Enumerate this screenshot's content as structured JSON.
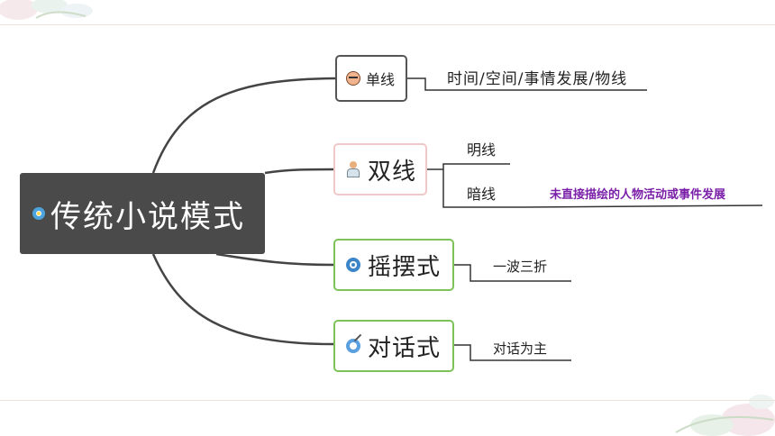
{
  "root": {
    "label": "传统小说模式",
    "icon": "target-icon"
  },
  "branches": [
    {
      "id": "single",
      "label": "单线",
      "icon": "person-face-icon",
      "children": [
        {
          "label": "时间/空间/事情发展/物线"
        }
      ]
    },
    {
      "id": "double",
      "label": "双线",
      "icon": "doctor-icon",
      "children": [
        {
          "label": "明线"
        },
        {
          "label": "暗线",
          "note": "未直接描绘的人物活动或事件发展"
        }
      ]
    },
    {
      "id": "swing",
      "label": "摇摆式",
      "icon": "target-icon",
      "children": [
        {
          "label": "一波三折"
        }
      ]
    },
    {
      "id": "dialogue",
      "label": "对话式",
      "icon": "target-arrow-icon",
      "children": [
        {
          "label": "对话为主"
        }
      ]
    }
  ],
  "colors": {
    "root_bg": "#4a4a4a",
    "connector": "#444444",
    "node1_border": "#555555",
    "node2_border": "#f0c8c8",
    "node3_border": "#7dc35a",
    "note_text": "#7a1fa8"
  }
}
